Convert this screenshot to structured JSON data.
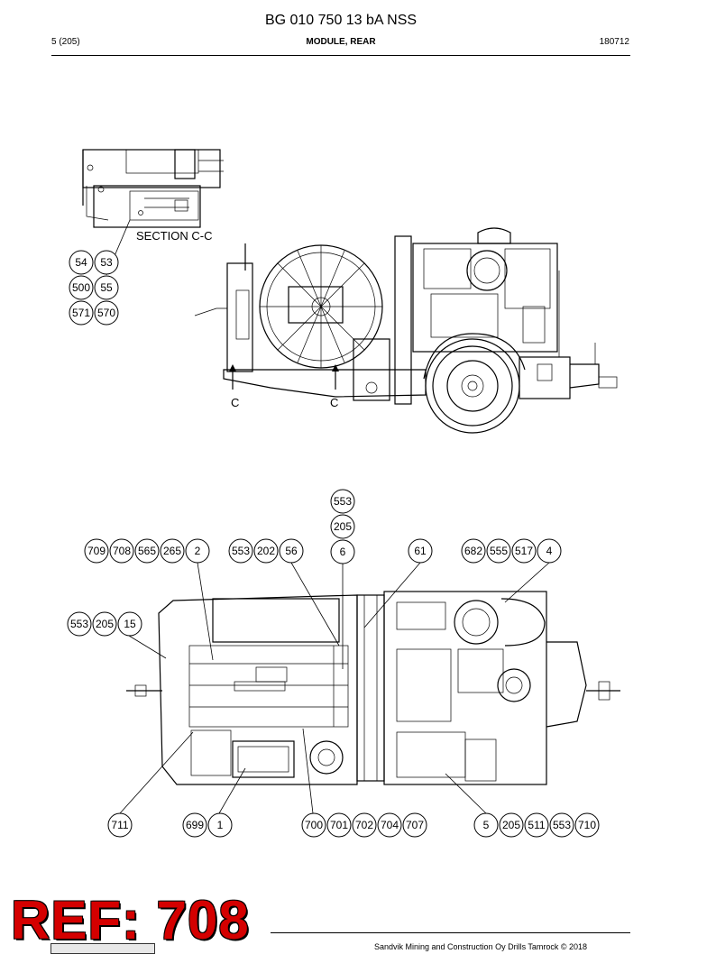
{
  "header": {
    "title": "BG 010 750 13 bA NSS",
    "page": "5 (205)",
    "module": "MODULE, REAR",
    "date": "180712"
  },
  "section_label": "SECTION C-C",
  "section_markers": [
    "C",
    "C"
  ],
  "balloons": {
    "section_group": [
      "54",
      "53",
      "500",
      "55",
      "571",
      "570"
    ],
    "top_row_a": [
      "709",
      "708",
      "565",
      "265",
      "2"
    ],
    "top_row_b": [
      "553",
      "202",
      "56"
    ],
    "stack_6": [
      "553",
      "205",
      "6"
    ],
    "top_row_c": [
      "61"
    ],
    "top_row_d": [
      "682",
      "555",
      "517",
      "4"
    ],
    "left_group": [
      "553",
      "205",
      "15"
    ],
    "bottom_a": [
      "711"
    ],
    "bottom_b": [
      "699",
      "1"
    ],
    "bottom_c": [
      "700",
      "701",
      "702",
      "704",
      "707"
    ],
    "bottom_d": [
      "5",
      "205",
      "511",
      "553",
      "710"
    ]
  },
  "stamp": "REF: 708",
  "footer": {
    "copyright": "Sandvik Mining and Construction Oy Drills Tamrock © 2018"
  }
}
